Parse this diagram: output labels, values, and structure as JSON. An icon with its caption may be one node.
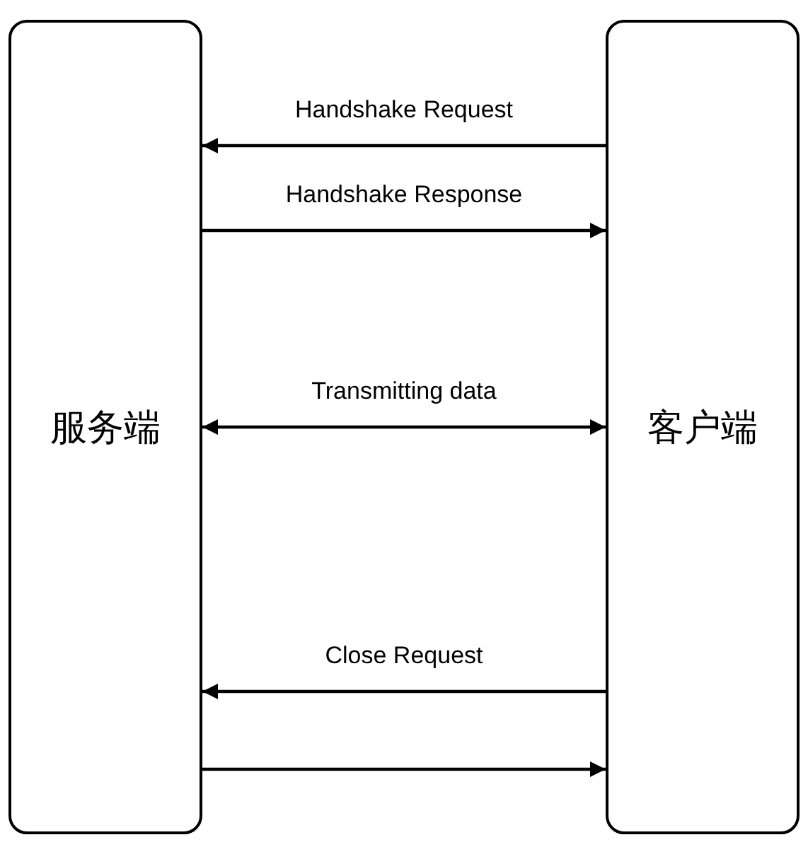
{
  "diagram": {
    "nodes": [
      {
        "text": [
          "服务端"
        ]
      },
      {
        "text": [
          "客户端"
        ]
      }
    ],
    "edges": [
      {
        "from": 1,
        "to": 0,
        "arrow": "to",
        "label": "Handshake Request"
      },
      {
        "from": 0,
        "to": 1,
        "arrow": "to",
        "label": "Handshake Response"
      },
      {
        "from": 0,
        "to": 1,
        "arrow": "both",
        "label": "Transmitting data"
      },
      {
        "from": 1,
        "to": 0,
        "arrow": "to",
        "label": "Close Request"
      },
      {
        "from": 0,
        "to": 1,
        "arrow": "to"
      }
    ]
  }
}
